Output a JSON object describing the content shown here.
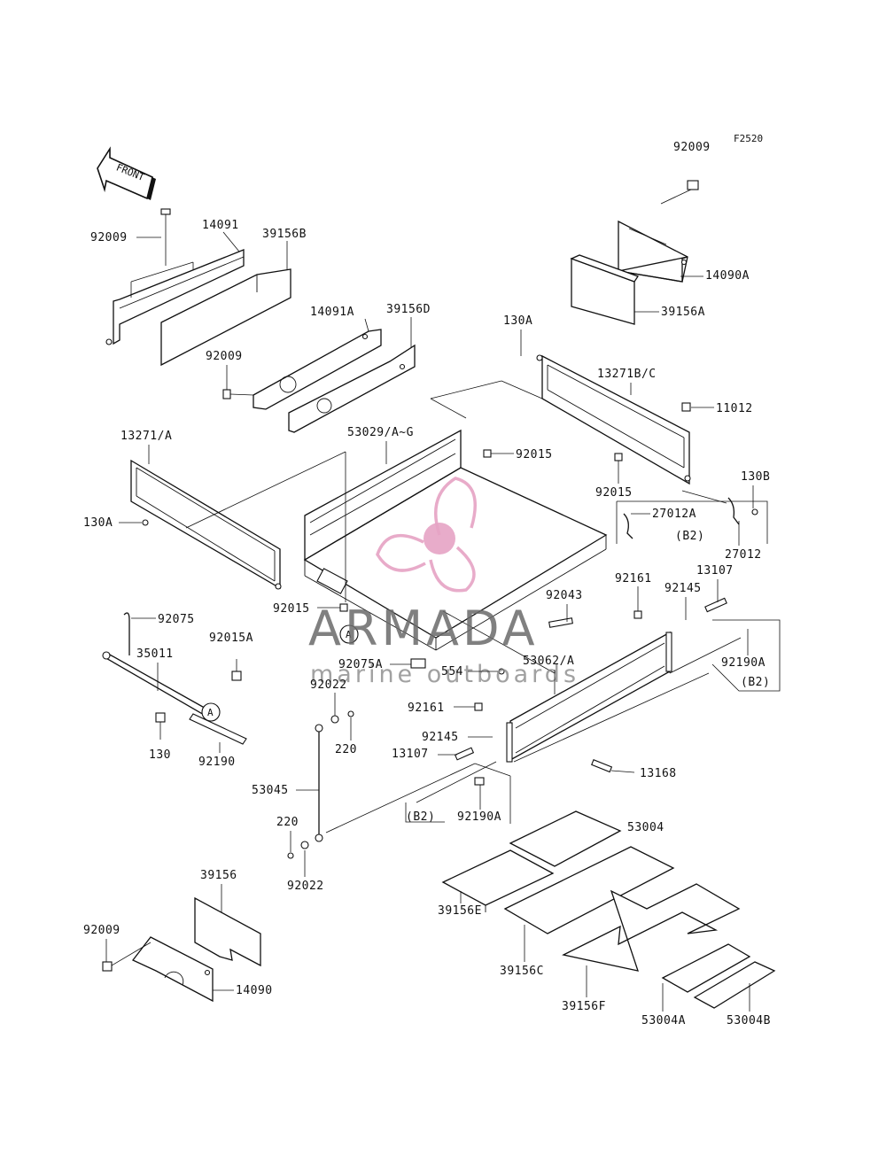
{
  "diagram": {
    "figure_code": "F2520",
    "front_arrow_text": "FRONT",
    "watermark": {
      "brand": "ARMADA",
      "tagline": "marine outboards",
      "colors": {
        "propeller": "#e6a3c4",
        "text": "#6b6b6b"
      }
    },
    "callouts": {
      "ref_a_1": "A",
      "ref_a_2": "A",
      "b2_1": "(B2)",
      "b2_2": "(B2)",
      "b2_3": "(B2)"
    },
    "part_labels": {
      "p92009_tr": "92009",
      "p14090A": "14090A",
      "p39156A": "39156A",
      "p92009_l": "92009",
      "p14091": "14091",
      "p39156B": "39156B",
      "p14091A": "14091A",
      "p39156D": "39156D",
      "p92009_m": "92009",
      "p130A_t": "130A",
      "p13271BC": "13271B/C",
      "p11012": "11012",
      "p92015_t": "92015",
      "p92015_r": "92015",
      "p130B": "130B",
      "p27012A": "27012A",
      "p27012": "27012",
      "p53029": "53029/A~G",
      "p13271A": "13271/A",
      "p130A_l": "130A",
      "p92015_l": "92015",
      "p92075": "92075",
      "p35011": "35011",
      "p92015A": "92015A",
      "p130": "130",
      "p92190": "92190",
      "p92043": "92043",
      "p92161_t": "92161",
      "p92145_t": "92145",
      "p13107_t": "13107",
      "p92190A_r": "92190A",
      "p92075A": "92075A",
      "p554": "554",
      "p53062": "53062/A",
      "p92022_t": "92022",
      "p220_t": "220",
      "p92161_m": "92161",
      "p92145_m": "92145",
      "p13107_m": "13107",
      "p13168": "13168",
      "p53045": "53045",
      "p92190A_b": "92190A",
      "p220_b": "220",
      "p92022_b": "92022",
      "p53004": "53004",
      "p39156E": "39156E",
      "p39156C": "39156C",
      "p39156F": "39156F",
      "p53004A": "53004A",
      "p53004B": "53004B",
      "p39156": "39156",
      "p92009_b": "92009",
      "p14090": "14090"
    }
  }
}
